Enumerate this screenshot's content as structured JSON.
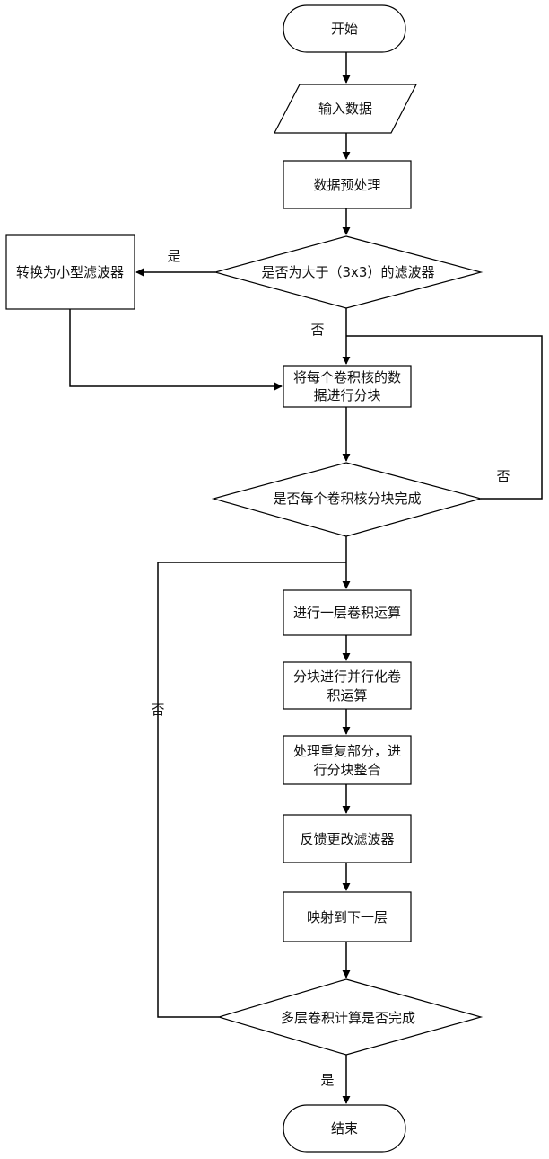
{
  "flowchart": {
    "start": "开始",
    "input_data": "输入数据",
    "preprocess": "数据预处理",
    "decision_filter_size": "是否为大于（3x3）的滤波器",
    "convert_small_filter": "转换为小型滤波器",
    "split_kernel_line1": "将每个卷积核的数",
    "split_kernel_line2": "据进行分块",
    "decision_split_done": "是否每个卷积核分块完成",
    "conv_one_layer": "进行一层卷积运算",
    "parallel_conv_line1": "分块进行并行化卷",
    "parallel_conv_line2": "积运算",
    "merge_line1": "处理重复部分，进",
    "merge_line2": "行分块整合",
    "feedback_filter": "反馈更改滤波器",
    "map_next_layer": "映射到下一层",
    "decision_all_layers": "多层卷积计算是否完成",
    "end": "结束"
  },
  "edge_labels": {
    "yes_convert": "是",
    "no_filter": "否",
    "no_split": "否",
    "no_layers": "否",
    "yes_end": "是"
  }
}
